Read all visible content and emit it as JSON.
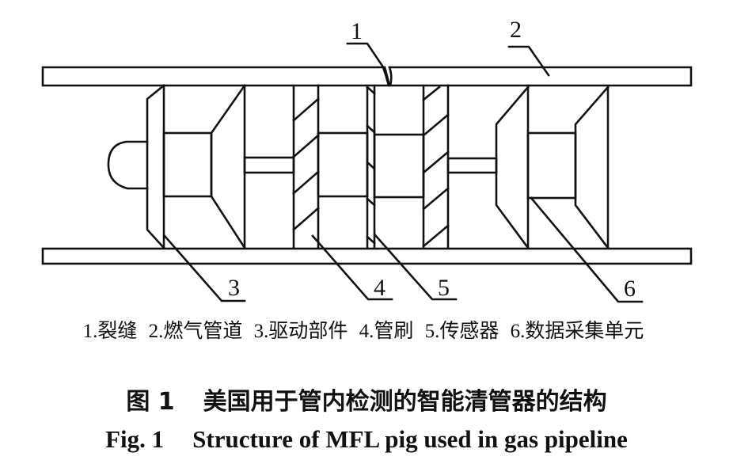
{
  "figure": {
    "callouts": [
      {
        "number": "1",
        "name": "裂缝"
      },
      {
        "number": "2",
        "name": "燃气管道"
      },
      {
        "number": "3",
        "name": "驱动部件"
      },
      {
        "number": "4",
        "name": "管刷"
      },
      {
        "number": "5",
        "name": "传感器"
      },
      {
        "number": "6",
        "name": "数据采集单元"
      }
    ],
    "legend_items": [
      "1.裂缝",
      "2.燃气管道",
      "3.驱动部件",
      "4.管刷",
      "5.传感器",
      "6.数据采集单元"
    ],
    "caption_cn": {
      "fig_no": "图 1",
      "title": "美国用于管内检测的智能清管器的结构"
    },
    "caption_en": {
      "fig_no": "Fig. 1",
      "title": "Structure of MFL pig used in gas pipeline"
    }
  }
}
